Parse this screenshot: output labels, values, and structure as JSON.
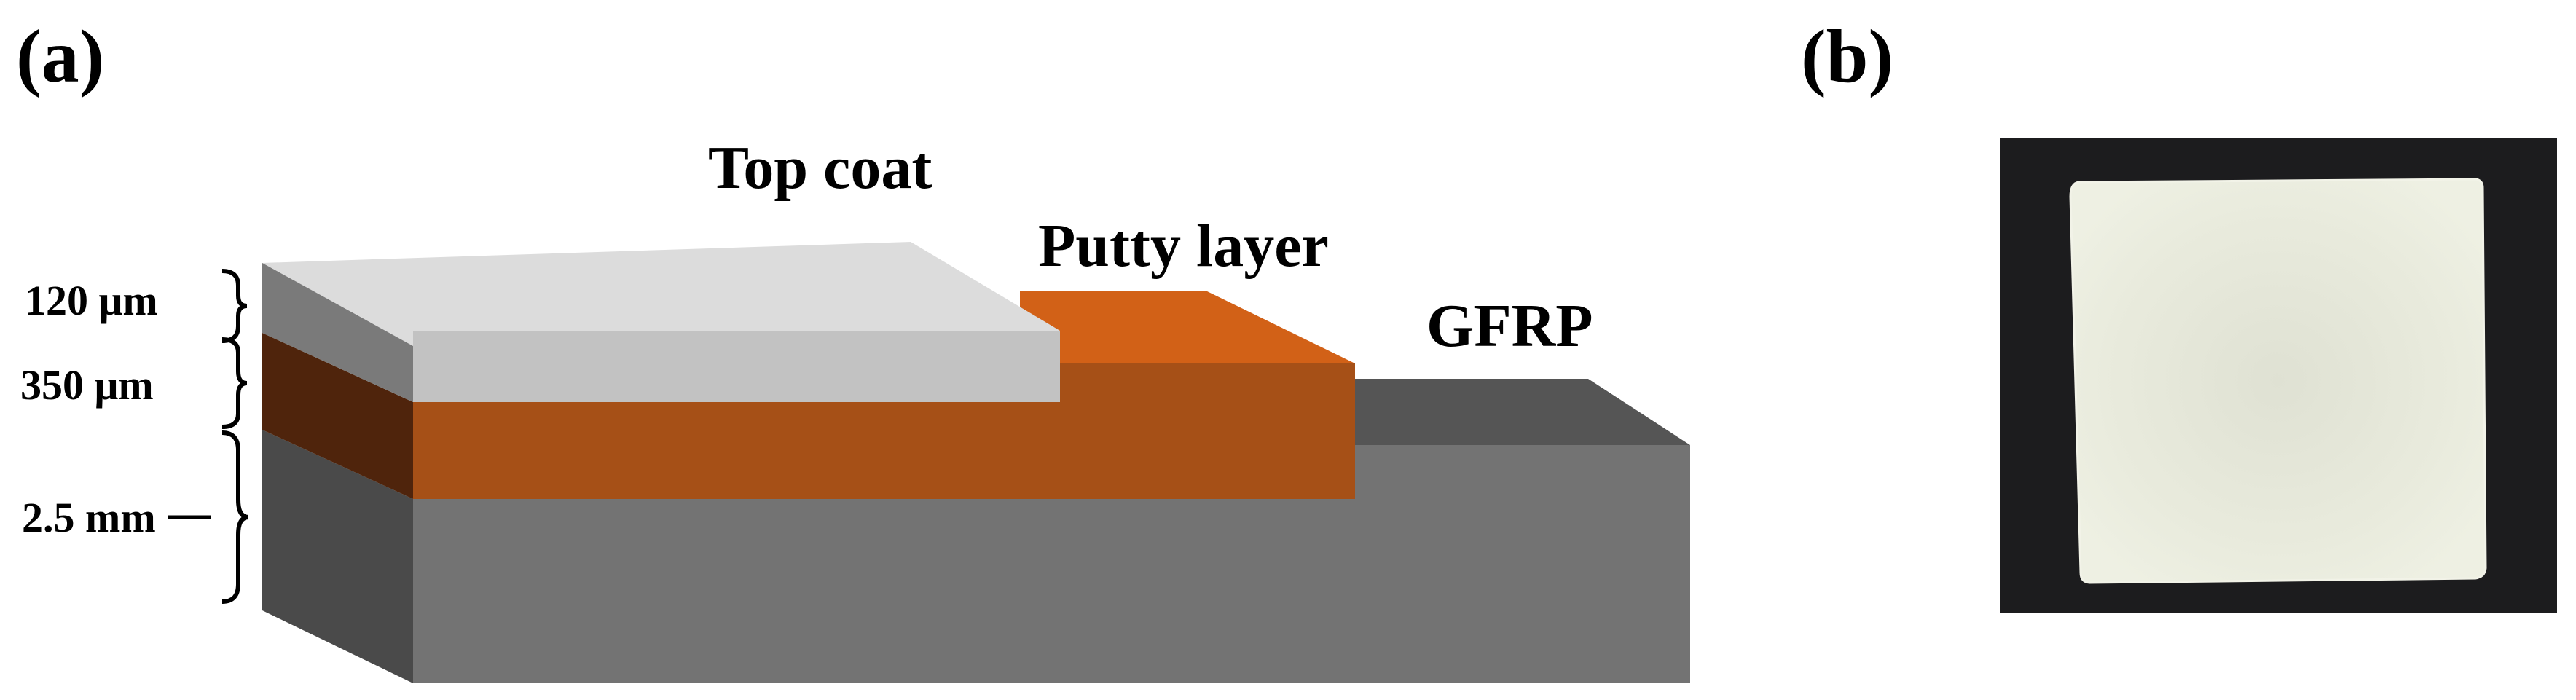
{
  "panels": {
    "a": {
      "label": "(a)"
    },
    "b": {
      "label": "(b)"
    }
  },
  "layers": {
    "top_coat": {
      "label": "Top coat",
      "front_color": "#c2c2c2",
      "top_color": "#dcdcdc",
      "side_color": "#7a7a7a"
    },
    "putty": {
      "label": "Putty layer",
      "front_color": "#a65017",
      "top_color": "#d26117",
      "side_color": "#4f240c"
    },
    "gfrp": {
      "label": "GFRP",
      "front_color": "#737373",
      "top_color": "#555555",
      "side_color": "#4a4a4a"
    }
  },
  "dimensions": {
    "top_coat": "120 μm",
    "putty": "350 μm",
    "gfrp": "2.5 mm"
  },
  "photo": {
    "background_color": "#1c1c1e",
    "sample_color": "#e8eadc"
  }
}
